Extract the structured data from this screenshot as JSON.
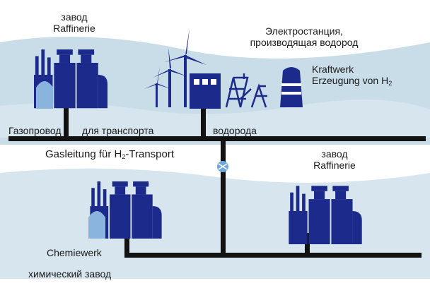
{
  "colors": {
    "background": "#ffffff",
    "sky": "#c9dde9",
    "ground": "#d6e5ee",
    "factory": "#1c2a8c",
    "factory_light": "#8ab4dd",
    "pipe": "#121212",
    "valve": "#6fa8dc"
  },
  "labels": {
    "refinery_top_ru": "завод",
    "refinery_top_de": "Raffinerie",
    "powerplant_ru_1": "Электростанция,",
    "powerplant_ru_2": "производящая водород",
    "powerplant_de_1": "Kraftwerk",
    "powerplant_de_2_prefix": "Erzeugung von H",
    "powerplant_de_2_sub": "2",
    "pipeline_ru_1": "Газопровод",
    "pipeline_ru_2": "для транспорта",
    "pipeline_ru_3": "водорода",
    "pipeline_de_prefix": "Gasleitung für H",
    "pipeline_de_sub": "2",
    "pipeline_de_suffix": "-Transport",
    "refinery_right_ru": "завод",
    "refinery_right_de": "Raffinerie",
    "chem_de": "Chemiewerk",
    "chem_ru": "химический завод"
  },
  "icons": {
    "refinery_top": "refinery-icon",
    "wind_farm": "wind-turbine-icon",
    "power_plant": "power-plant-icon",
    "valve": "valve-icon",
    "chemical_plant": "chemical-plant-icon",
    "refinery_right": "refinery-icon"
  }
}
